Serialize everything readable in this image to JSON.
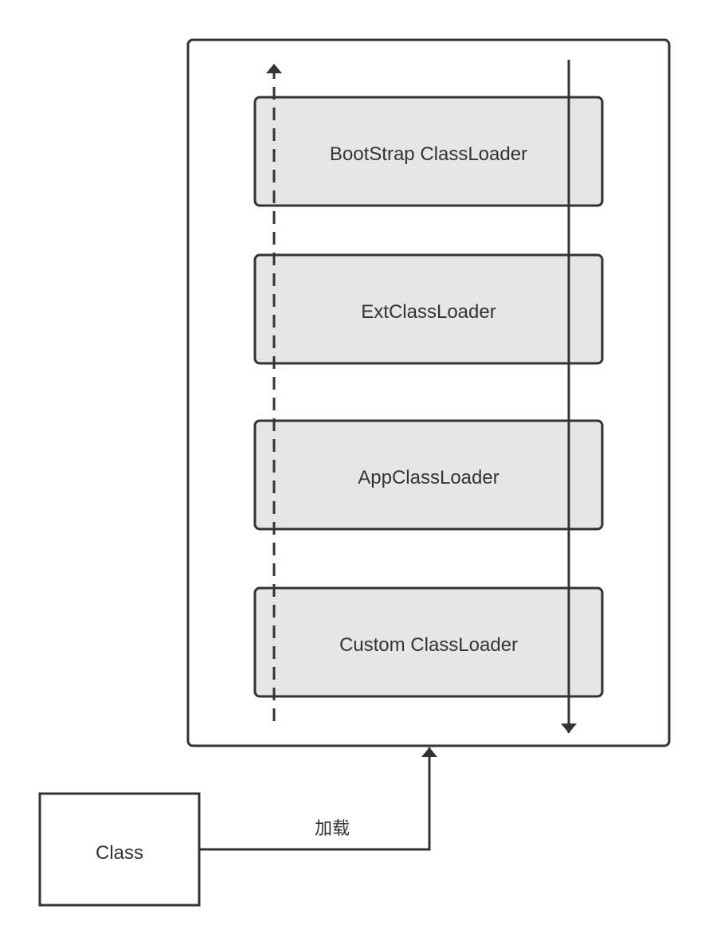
{
  "diagram": {
    "loaders": [
      {
        "label": "BootStrap ClassLoader"
      },
      {
        "label": "ExtClassLoader"
      },
      {
        "label": "AppClassLoader"
      },
      {
        "label": "Custom ClassLoader"
      }
    ],
    "class_box": {
      "label": "Class"
    },
    "load_edge": {
      "label": "加载"
    }
  },
  "colors": {
    "stroke": "#333333",
    "loader_fill": "#e6e6e6",
    "background": "#ffffff"
  }
}
